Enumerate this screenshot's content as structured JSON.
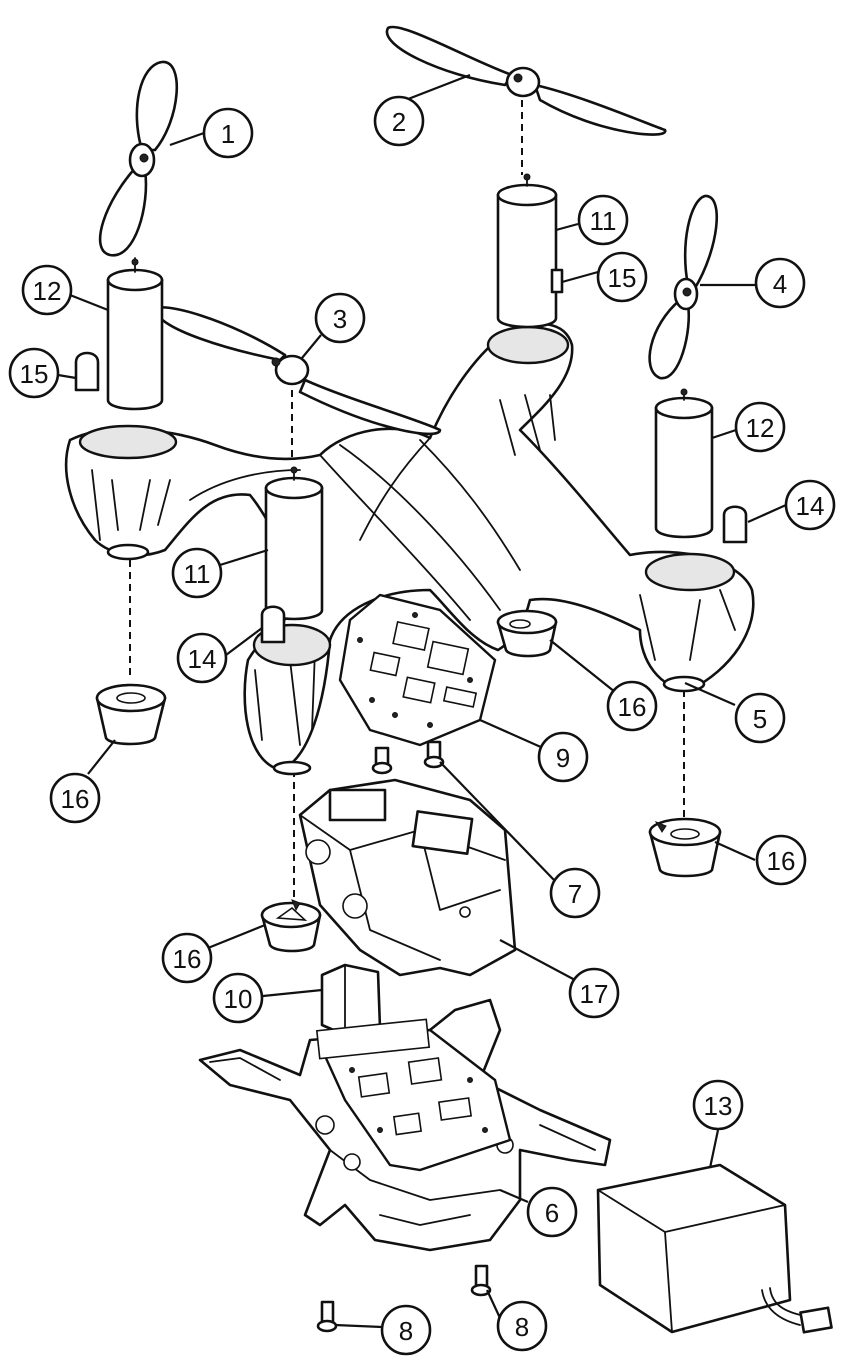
{
  "colors": {
    "ink": "#111111",
    "paper": "#ffffff",
    "shade": "#e6e6e6"
  },
  "callouts": [
    {
      "id": "c1",
      "label": "1"
    },
    {
      "id": "c2",
      "label": "2"
    },
    {
      "id": "c3",
      "label": "3"
    },
    {
      "id": "c4",
      "label": "4"
    },
    {
      "id": "c5",
      "label": "5"
    },
    {
      "id": "c6",
      "label": "6"
    },
    {
      "id": "c7",
      "label": "7"
    },
    {
      "id": "c8a",
      "label": "8"
    },
    {
      "id": "c8b",
      "label": "8"
    },
    {
      "id": "c9",
      "label": "9"
    },
    {
      "id": "c10",
      "label": "10"
    },
    {
      "id": "c11a",
      "label": "11"
    },
    {
      "id": "c11b",
      "label": "11"
    },
    {
      "id": "c12a",
      "label": "12"
    },
    {
      "id": "c12b",
      "label": "12"
    },
    {
      "id": "c13",
      "label": "13"
    },
    {
      "id": "c14a",
      "label": "14"
    },
    {
      "id": "c14b",
      "label": "14"
    },
    {
      "id": "c15a",
      "label": "15"
    },
    {
      "id": "c15b",
      "label": "15"
    },
    {
      "id": "c16a",
      "label": "16"
    },
    {
      "id": "c16b",
      "label": "16"
    },
    {
      "id": "c16c",
      "label": "16"
    },
    {
      "id": "c16d",
      "label": "16"
    },
    {
      "id": "c17",
      "label": "17"
    }
  ]
}
